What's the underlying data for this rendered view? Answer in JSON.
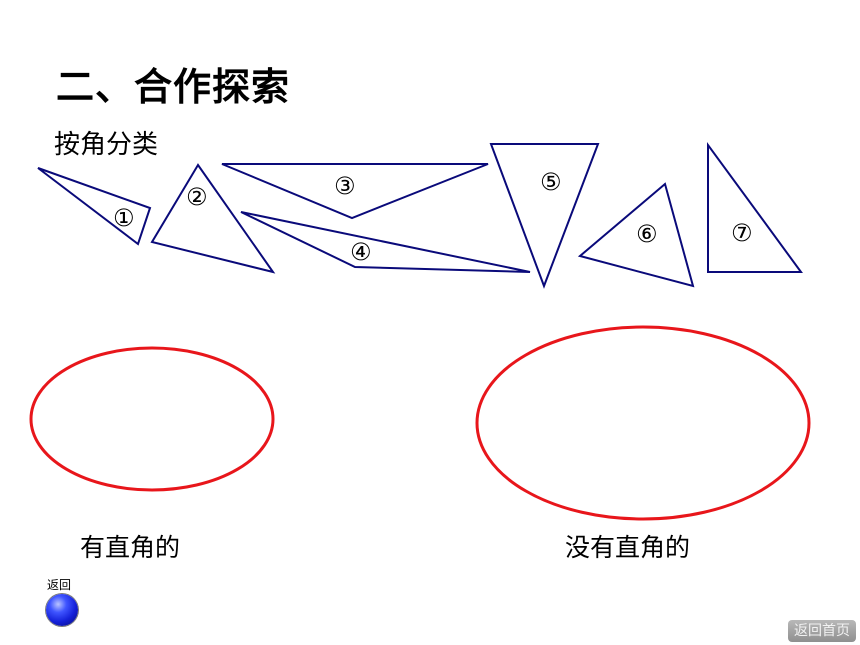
{
  "header": {
    "title": "二、合作探索",
    "subtitle": "按角分类"
  },
  "triangles": [
    {
      "number": "①"
    },
    {
      "number": "②"
    },
    {
      "number": "③"
    },
    {
      "number": "④"
    },
    {
      "number": "⑤"
    },
    {
      "number": "⑥"
    },
    {
      "number": "⑦"
    }
  ],
  "categories": {
    "with_right_angle": "有直角的",
    "without_right_angle": "没有直角的"
  },
  "colors": {
    "triangle_stroke": "#0a0a7a",
    "ellipse_stroke": "#e8161b"
  },
  "nav": {
    "back_label": "返回",
    "home_label": "返回首页"
  }
}
